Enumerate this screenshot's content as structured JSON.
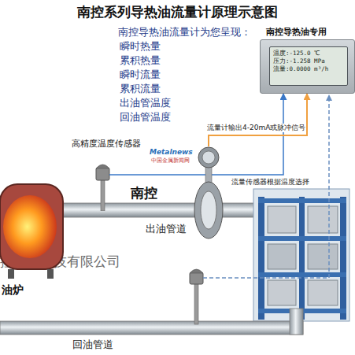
{
  "diagram": {
    "title": "南控系列导热油流量计原理示意图",
    "nodes": [
      {
        "text": [
          "南控导热油专用"
        ]
      },
      {
        "text": [
          "温度:-125.0 ℃",
          "压力:-1.258 MPa",
          "流量:0.0000 m³/h"
        ],
        "in": 0
      },
      {
        "text": [
          "高精度温度传感器"
        ]
      },
      {
        "text": [
          "南控"
        ]
      },
      {
        "text": [
          "油炉"
        ]
      }
    ],
    "edges": [
      {
        "from": 2,
        "to": 0,
        "arrow": "to"
      },
      {
        "from": 3,
        "to": 0,
        "arrow": "to",
        "label": "流量计输出4-20mA或脉冲信号"
      }
    ],
    "labels": [
      "南控导热油流量计为您呈现：",
      "瞬时热量",
      "累积热量",
      "瞬时流量",
      "累积流量",
      "出油管温度",
      "回油管温度",
      "流量传感器根据温度选择",
      "出油管道",
      "回油管道",
      "控仪表科技有限公司",
      "Metalnews",
      "中国金属新闻网"
    ]
  }
}
